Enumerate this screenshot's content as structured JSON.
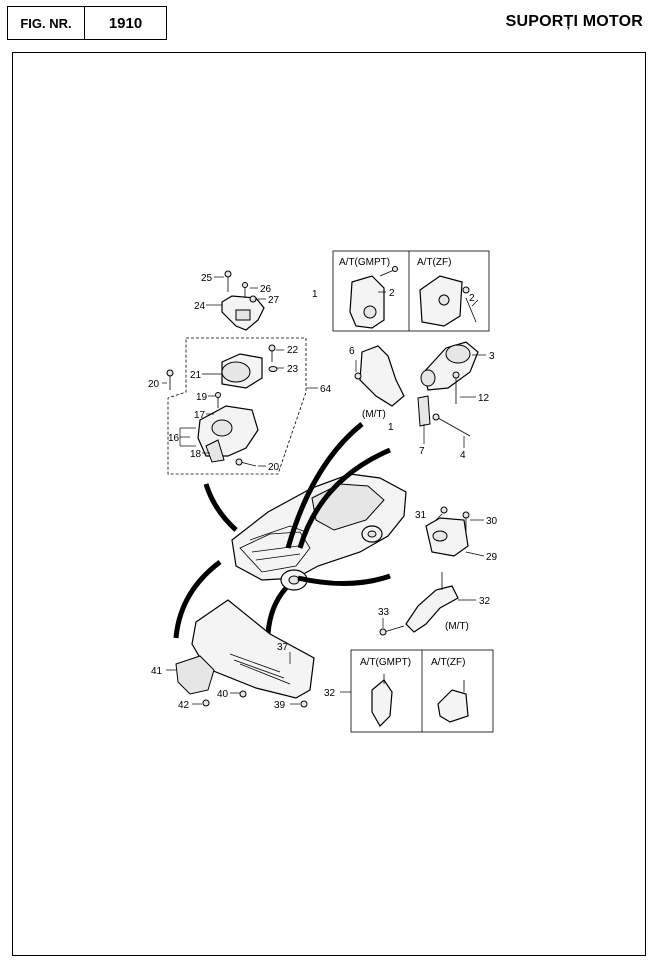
{
  "header": {
    "fig_label": "FIG. NR.",
    "fig_number": "1910",
    "title": "SUPORȚI MOTOR"
  },
  "callouts": {
    "c1a": "1",
    "c1b": "1",
    "c2a": "2",
    "c2b": "2",
    "c3": "3",
    "c4": "4",
    "c6": "6",
    "c7": "7",
    "c12": "12",
    "c16": "16",
    "c17": "17",
    "c18": "18",
    "c19": "19",
    "c20a": "20",
    "c20b": "20",
    "c21": "21",
    "c22": "22",
    "c23": "23",
    "c24": "24",
    "c25": "25",
    "c26": "26",
    "c27": "27",
    "c29": "29",
    "c30": "30",
    "c31": "31",
    "c32a": "32",
    "c32b": "32",
    "c33": "33",
    "c37": "37",
    "c39": "39",
    "c40": "40",
    "c41": "41",
    "c42": "42",
    "c64": "64"
  },
  "variant_labels": {
    "at_gmpt_top": "A/T(GMPT)",
    "at_zf_top": "A/T(ZF)",
    "mt_left": "(M/T)",
    "mt_right": "(M/T)",
    "at_gmpt_bottom": "A/T(GMPT)",
    "at_zf_bottom": "A/T(ZF)"
  }
}
